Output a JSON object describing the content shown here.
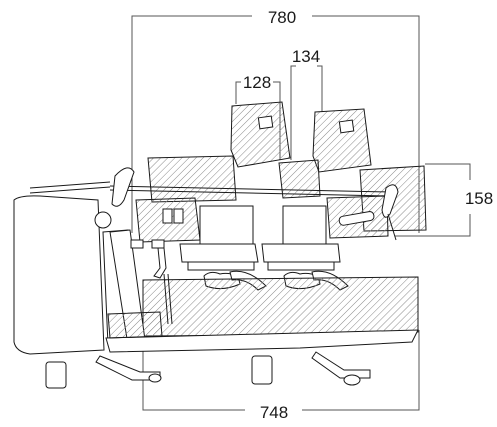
{
  "drawing": {
    "dimensions": {
      "overall_width": "780",
      "base_width": "748",
      "screen_width": "128",
      "screen_spacing": "134",
      "screen_height": "158"
    },
    "colors": {
      "line": "#1a1a1a",
      "dim_line": "#555555",
      "hatch": "#8a8a8a",
      "background": "#ffffff"
    }
  }
}
